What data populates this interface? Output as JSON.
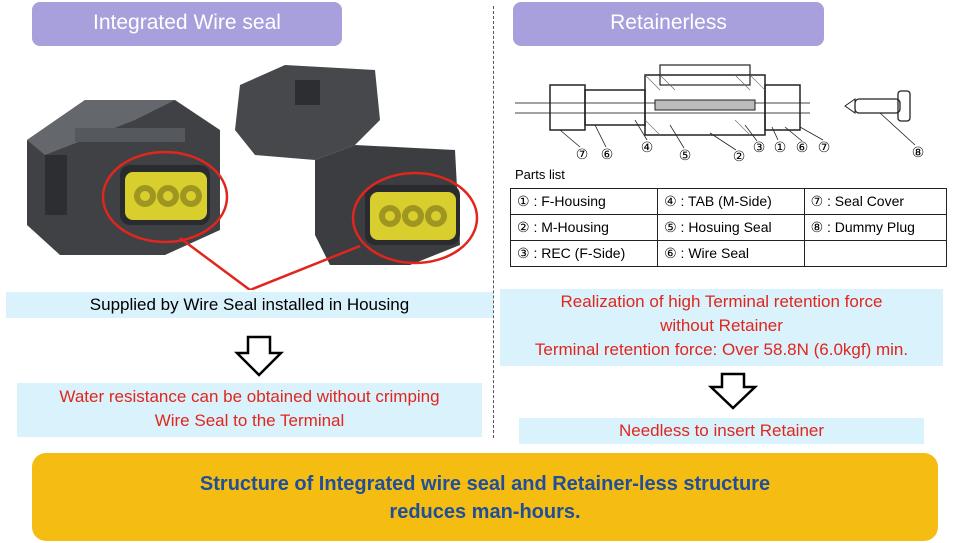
{
  "left": {
    "title": "Integrated Wire seal",
    "supplied_text": "Supplied by Wire Seal installed in Housing",
    "result_line1": "Water resistance can be obtained without crimping",
    "result_line2": "Wire Seal to the Terminal"
  },
  "right": {
    "title": "Retainerless",
    "diagram_labels": [
      "⑦",
      "⑥",
      "④",
      "⑤",
      "②",
      "③",
      "①",
      "⑥",
      "⑦",
      "⑧"
    ],
    "parts_title": "Parts list",
    "parts": [
      [
        "① : F-Housing",
        "④ : TAB (M-Side)",
        "⑦ : Seal Cover"
      ],
      [
        "② : M-Housing",
        "⑤ : Hosuing Seal",
        "⑧ : Dummy Plug"
      ],
      [
        "③ : REC (F-Side)",
        "⑥ : Wire Seal",
        ""
      ]
    ],
    "realization_line1": "Realization  of high Terminal retention force",
    "realization_line2": "without Retainer",
    "realization_line3": "Terminal retention force: Over 58.8N (6.0kgf) min.",
    "result": "Needless  to insert Retainer"
  },
  "bottom": {
    "line1": "Structure of Integrated wire seal and Retainer-less structure",
    "line2": "reduces man-hours."
  },
  "colors": {
    "title_pill": "#a7a0dc",
    "band": "#d9f2fc",
    "red_text": "#e0261d",
    "bottom_box": "#f5bd12",
    "bottom_text": "#1f4f99"
  }
}
